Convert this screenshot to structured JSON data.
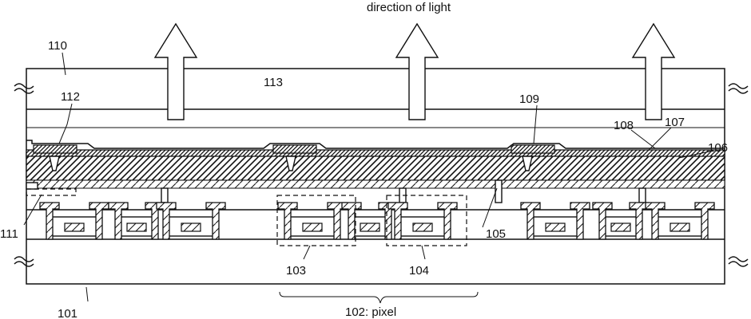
{
  "labels": {
    "direction": "direction of light",
    "l110": "110",
    "l112": "112",
    "l113": "113",
    "l109": "109",
    "l108": "108",
    "l107": "107",
    "l106": "106",
    "l111": "111",
    "l105": "105",
    "l103": "103",
    "l104": "104",
    "l101": "101",
    "l102": "102: pixel"
  }
}
